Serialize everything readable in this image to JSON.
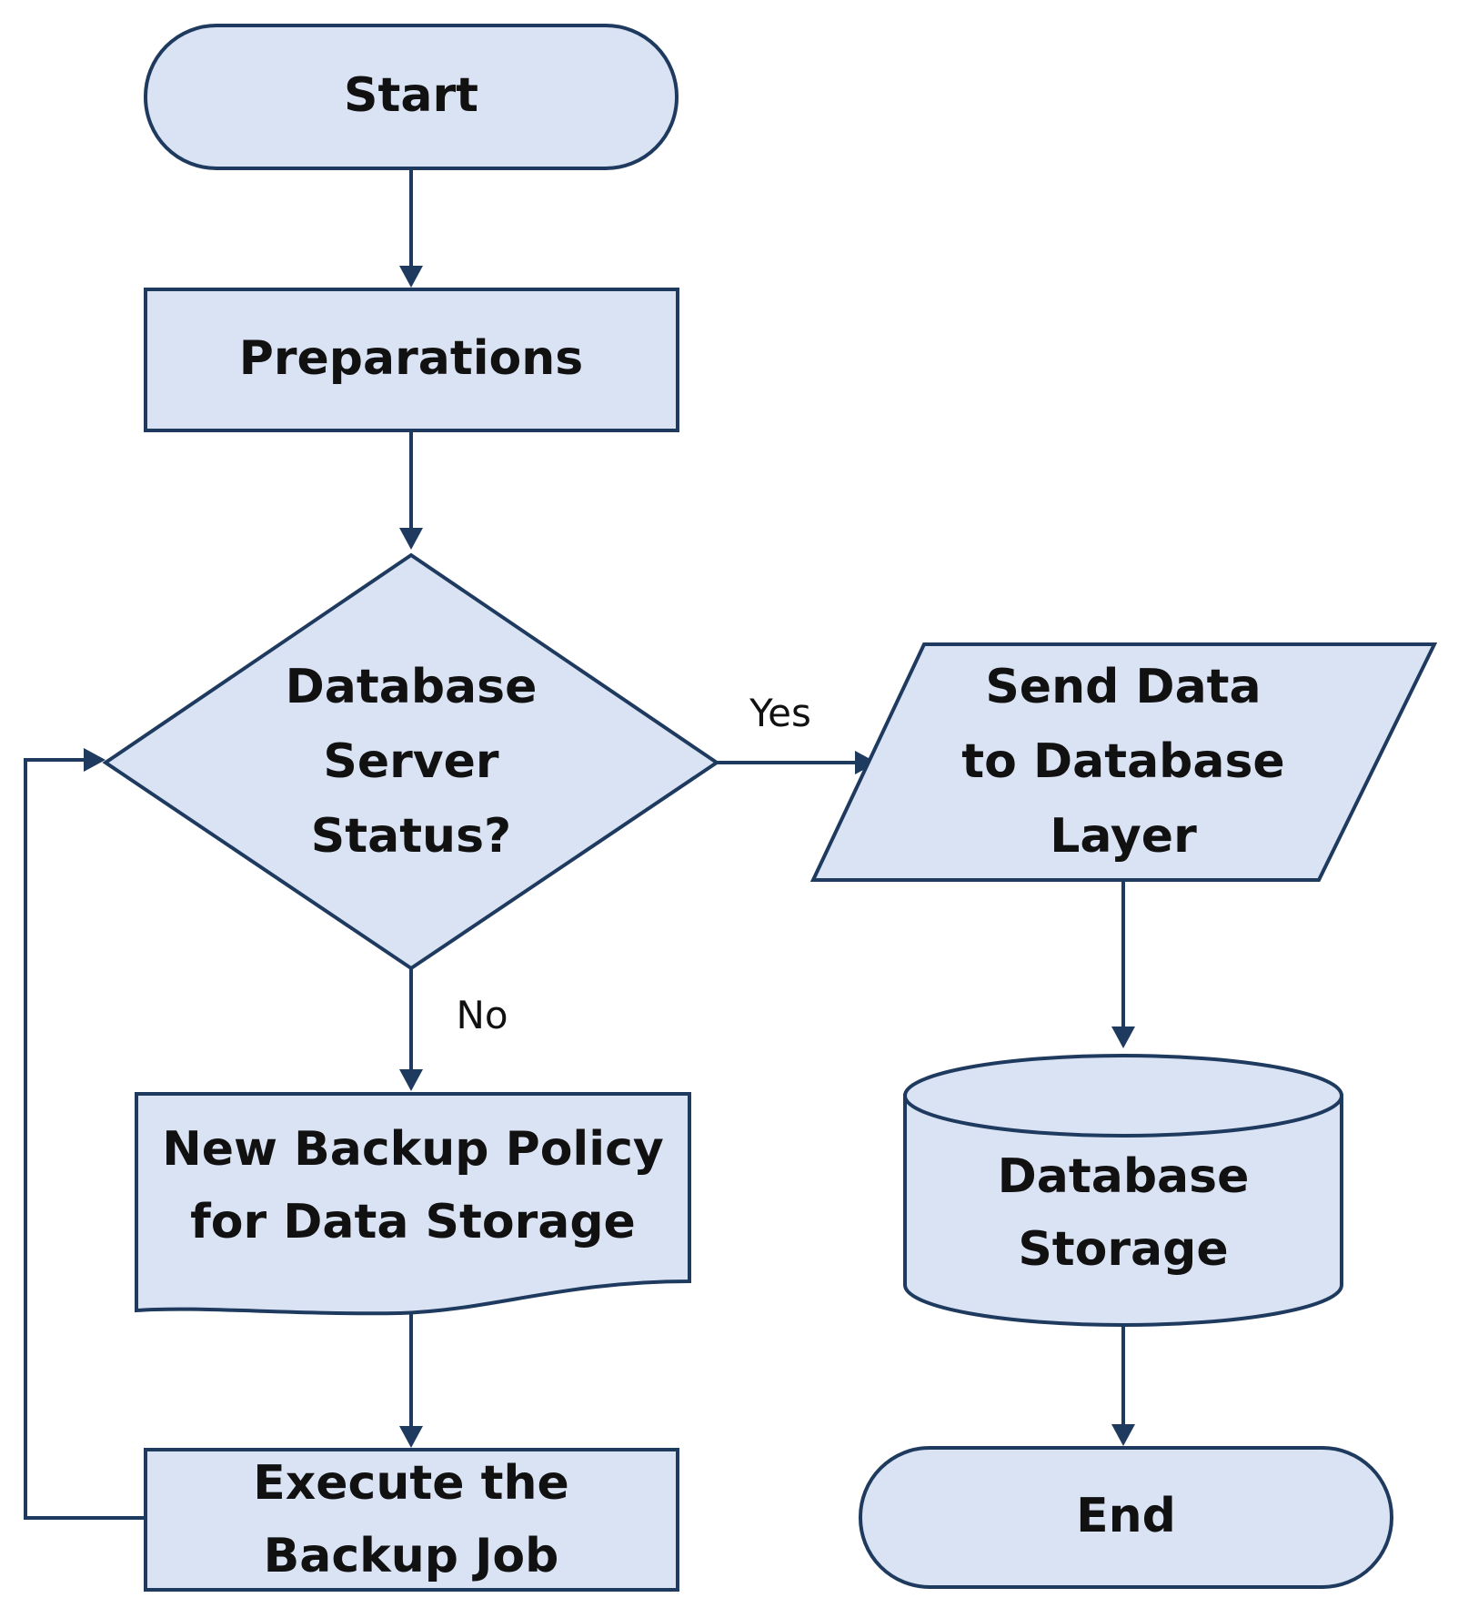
{
  "colors": {
    "fill": "#dae3f3",
    "stroke": "#1f3a5f",
    "text": "#111111"
  },
  "nodes": {
    "start": {
      "label": "Start"
    },
    "preparations": {
      "label": "Preparations"
    },
    "decision": {
      "line1": "Database",
      "line2": "Server",
      "line3": "Status?"
    },
    "send": {
      "line1": "Send Data",
      "line2": "to Database",
      "line3": "Layer"
    },
    "storage": {
      "line1": "Database",
      "line2": "Storage"
    },
    "policy": {
      "line1": "New Backup Policy",
      "line2": "for Data Storage"
    },
    "execute": {
      "line1": "Execute the",
      "line2": "Backup Job"
    },
    "end": {
      "label": "End"
    }
  },
  "edges": {
    "yes_label": "Yes",
    "no_label": "No"
  }
}
